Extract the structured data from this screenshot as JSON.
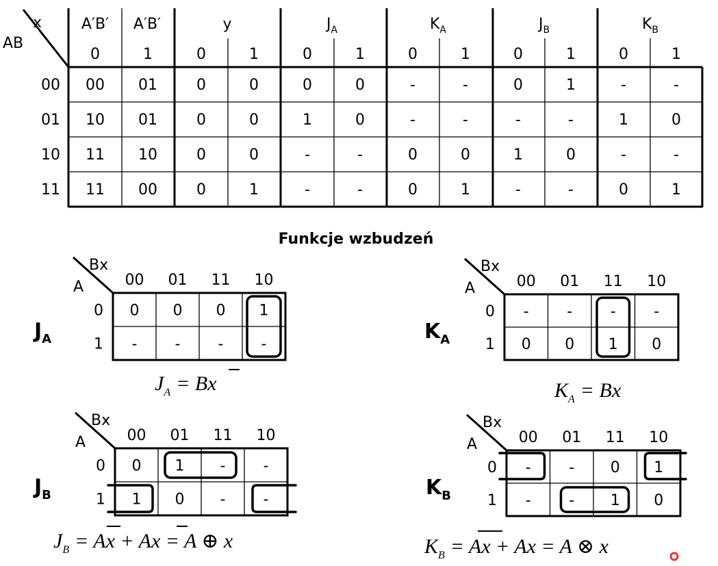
{
  "transition_table": {
    "corner_col": "x",
    "corner_row": "AB",
    "groups": [
      "A′B′",
      "A′B′",
      "y",
      "J",
      "K",
      "J",
      "K"
    ],
    "group_subs": [
      "",
      "",
      "",
      "A",
      "A",
      "B",
      "B"
    ],
    "sub_headers": [
      "0",
      "1",
      "0",
      "1",
      "0",
      "1",
      "0",
      "1",
      "0",
      "1",
      "0",
      "1"
    ],
    "row_labels": [
      "00",
      "01",
      "10",
      "11"
    ],
    "rows": [
      [
        "00",
        "01",
        "0",
        "0",
        "0",
        "0",
        "-",
        "-",
        "0",
        "1",
        "-",
        "-"
      ],
      [
        "10",
        "01",
        "0",
        "0",
        "1",
        "0",
        "-",
        "-",
        "-",
        "-",
        "1",
        "0"
      ],
      [
        "11",
        "10",
        "0",
        "0",
        "-",
        "-",
        "0",
        "0",
        "1",
        "0",
        "-",
        "-"
      ],
      [
        "11",
        "00",
        "0",
        "1",
        "-",
        "-",
        "0",
        "1",
        "-",
        "-",
        "0",
        "1"
      ]
    ]
  },
  "section_title": "Funkcje wzbudzeń",
  "kmaps": [
    {
      "label": "J",
      "label_sub": "A",
      "col_var": "Bx",
      "row_var": "A",
      "col_headers": [
        "00",
        "01",
        "11",
        "10"
      ],
      "row_headers": [
        "0",
        "1"
      ],
      "cells": [
        [
          "0",
          "0",
          "0",
          "1"
        ],
        [
          "-",
          "-",
          "-",
          "-"
        ]
      ],
      "formula_lhs": "J",
      "formula_lhs_sub": "A",
      "formula_rhs": "= Bx"
    },
    {
      "label": "K",
      "label_sub": "A",
      "col_var": "Bx",
      "row_var": "A",
      "col_headers": [
        "00",
        "01",
        "11",
        "10"
      ],
      "row_headers": [
        "0",
        "1"
      ],
      "cells": [
        [
          "-",
          "-",
          "-",
          "-"
        ],
        [
          "0",
          "0",
          "1",
          "0"
        ]
      ],
      "formula_lhs": "K",
      "formula_lhs_sub": "A",
      "formula_rhs": "= Bx"
    },
    {
      "label": "J",
      "label_sub": "B",
      "col_var": "Bx",
      "row_var": "A",
      "col_headers": [
        "00",
        "01",
        "11",
        "10"
      ],
      "row_headers": [
        "0",
        "1"
      ],
      "cells": [
        [
          "0",
          "1",
          "-",
          "-"
        ],
        [
          "1",
          "0",
          "-",
          "-"
        ]
      ],
      "formula_lhs": "J",
      "formula_lhs_sub": "B",
      "formula_rhs": "= Ax + Ax = A ⊕ x"
    },
    {
      "label": "K",
      "label_sub": "B",
      "col_var": "Bx",
      "row_var": "A",
      "col_headers": [
        "00",
        "01",
        "11",
        "10"
      ],
      "row_headers": [
        "0",
        "1"
      ],
      "cells": [
        [
          "-",
          "-",
          "0",
          "1"
        ],
        [
          "-",
          "-",
          "1",
          "0"
        ]
      ],
      "formula_lhs": "K",
      "formula_lhs_sub": "B",
      "formula_rhs": "= Ax + Ax = A ⊗ x"
    }
  ],
  "colors": {
    "ink": "#000000",
    "pointer": "#e53935"
  }
}
